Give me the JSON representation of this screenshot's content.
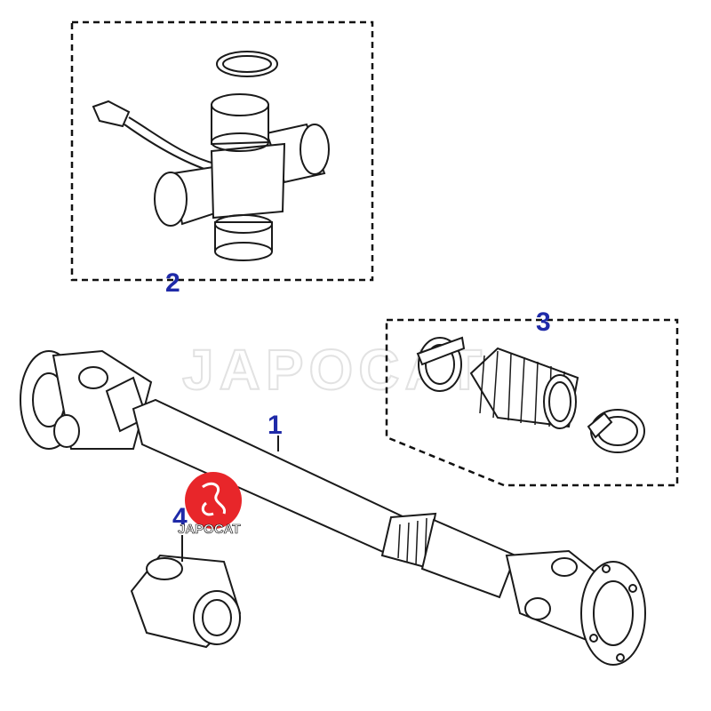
{
  "watermark": "JAPOCAT",
  "logo": {
    "text": "JAPOCAT",
    "badge_color": "#e8262a"
  },
  "callouts": [
    {
      "number": "1",
      "part": "propeller-shaft"
    },
    {
      "number": "2",
      "part": "universal-joint"
    },
    {
      "number": "3",
      "part": "boot-kit"
    },
    {
      "number": "4",
      "part": "center-bearing"
    }
  ],
  "colors": {
    "callout": "#1f2aa8",
    "line": "#1a1a1a",
    "dash": "#111111"
  }
}
